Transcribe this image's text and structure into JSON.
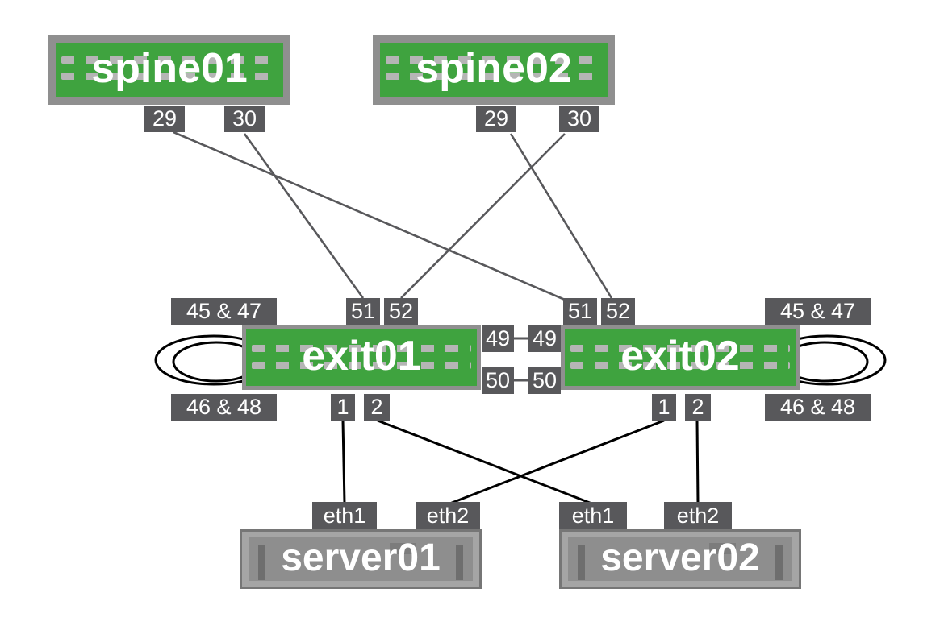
{
  "diagram": {
    "type": "network-topology",
    "description": "Two spine switches uplinked to two exit leaf switches (MLAG pair with peerlink and loopback cables) serving two dual-homed servers"
  },
  "colors": {
    "switch_fill": "#3fa33f",
    "switch_border": "#8f8f8f",
    "port_label_bg": "#58585b",
    "port_label_text": "#ffffff",
    "spine_link": "#58585b",
    "server_link": "#000000",
    "loopback_cable": "#000000",
    "switch_dash": "#b5b5b5",
    "server_outer": "#a5a5a5",
    "server_inner": "#8e8e8e",
    "background": "#ffffff"
  },
  "nodes": {
    "spine01": {
      "label": "spine01",
      "kind": "switch"
    },
    "spine02": {
      "label": "spine02",
      "kind": "switch"
    },
    "exit01": {
      "label": "exit01",
      "kind": "switch"
    },
    "exit02": {
      "label": "exit02",
      "kind": "switch"
    },
    "server01": {
      "label": "server01",
      "kind": "server"
    },
    "server02": {
      "label": "server02",
      "kind": "server"
    }
  },
  "ports": {
    "spine01": {
      "p29": "29",
      "p30": "30"
    },
    "spine02": {
      "p29": "29",
      "p30": "30"
    },
    "exit01": {
      "p45_47": "45 & 47",
      "p51": "51",
      "p52": "52",
      "p49": "49",
      "p50": "50",
      "p46_48": "46 & 48",
      "p1": "1",
      "p2": "2"
    },
    "exit02": {
      "p51": "51",
      "p52": "52",
      "p45_47": "45 & 47",
      "p49": "49",
      "p50": "50",
      "p1": "1",
      "p2": "2",
      "p46_48": "46 & 48"
    },
    "server01": {
      "eth1": "eth1",
      "eth2": "eth2"
    },
    "server02": {
      "eth1": "eth1",
      "eth2": "eth2"
    }
  },
  "links": [
    {
      "from": "spine01:29",
      "to": "exit02:51",
      "style": "gray"
    },
    {
      "from": "spine01:30",
      "to": "exit01:51",
      "style": "gray"
    },
    {
      "from": "spine02:29",
      "to": "exit02:52",
      "style": "gray"
    },
    {
      "from": "spine02:30",
      "to": "exit01:52",
      "style": "gray"
    },
    {
      "from": "exit01:49",
      "to": "exit02:49",
      "style": "gray",
      "role": "peerlink"
    },
    {
      "from": "exit01:50",
      "to": "exit02:50",
      "style": "gray",
      "role": "peerlink"
    },
    {
      "from": "exit01:1",
      "to": "server01:eth1",
      "style": "black"
    },
    {
      "from": "exit01:2",
      "to": "server02:eth1",
      "style": "black"
    },
    {
      "from": "exit02:1",
      "to": "server01:eth2",
      "style": "black"
    },
    {
      "from": "exit02:2",
      "to": "server02:eth2",
      "style": "black"
    },
    {
      "from": "exit01:45 & 47",
      "to": "exit01:46 & 48",
      "style": "loopback"
    },
    {
      "from": "exit02:45 & 47",
      "to": "exit02:46 & 48",
      "style": "loopback"
    }
  ]
}
